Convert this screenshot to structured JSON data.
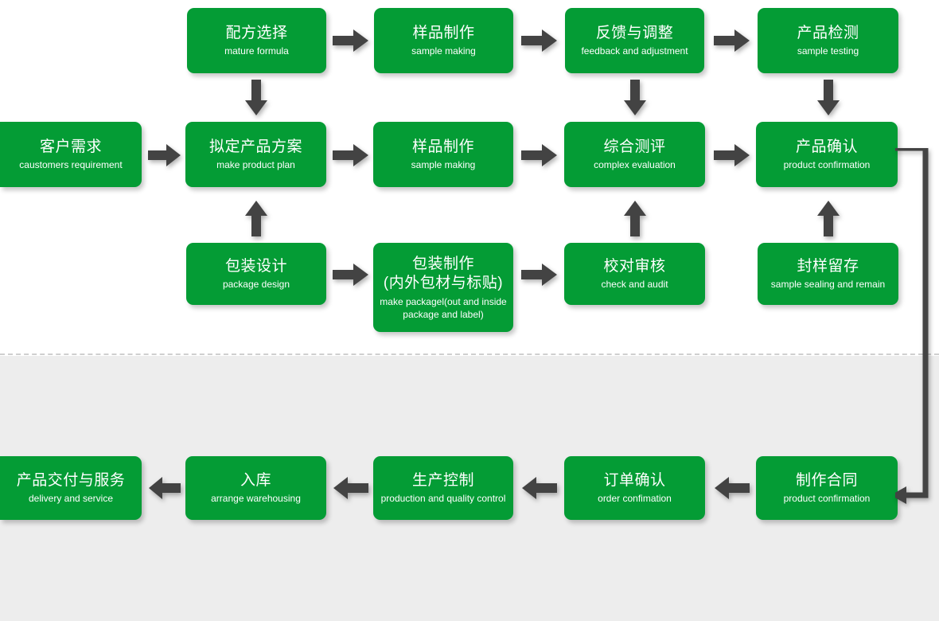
{
  "diagram": {
    "title": "Product Development and Order Fulfillment Flowchart",
    "colors": {
      "node_green": "#049C35",
      "arrow_gray": "#434343",
      "lower_band_gray": "#EDEDED",
      "divider_gray": "#CFCFCF",
      "node_text": "#FFFFFF"
    },
    "sections": [
      {
        "id": "upper",
        "name": "development-section",
        "background": "#FFFFFF"
      },
      {
        "id": "lower",
        "name": "order-section",
        "background": "#EDEDED"
      }
    ],
    "nodes": [
      {
        "id": "n1",
        "cn": "配方选择",
        "cn2": "",
        "en": "mature formula",
        "row": 1
      },
      {
        "id": "n2",
        "cn": "样品制作",
        "cn2": "",
        "en": "sample making",
        "row": 1
      },
      {
        "id": "n3",
        "cn": "反馈与调整",
        "cn2": "",
        "en": "feedback and adjustment",
        "row": 1
      },
      {
        "id": "n4",
        "cn": "产品检测",
        "cn2": "",
        "en": "sample testing",
        "row": 1
      },
      {
        "id": "n5",
        "cn": "客户需求",
        "cn2": "",
        "en": "caustomers requirement",
        "row": 2
      },
      {
        "id": "n6",
        "cn": "拟定产品方案",
        "cn2": "",
        "en": "make product plan",
        "row": 2
      },
      {
        "id": "n7",
        "cn": "样品制作",
        "cn2": "",
        "en": "sample making",
        "row": 2
      },
      {
        "id": "n8",
        "cn": "综合测评",
        "cn2": "",
        "en": "complex evaluation",
        "row": 2
      },
      {
        "id": "n9",
        "cn": "产品确认",
        "cn2": "",
        "en": "product confirmation",
        "row": 2
      },
      {
        "id": "n10",
        "cn": "包装设计",
        "cn2": "",
        "en": "package design",
        "row": 3
      },
      {
        "id": "n11",
        "cn": "包装制作",
        "cn2": "(内外包材与标贴)",
        "en": "make packagel(out and inside package and label)",
        "row": 3
      },
      {
        "id": "n12",
        "cn": "校对审核",
        "cn2": "",
        "en": "check and audit",
        "row": 3
      },
      {
        "id": "n13",
        "cn": "封样留存",
        "cn2": "",
        "en": "sample sealing and remain",
        "row": 3
      },
      {
        "id": "n14",
        "cn": "产品交付与服务",
        "cn2": "",
        "en": "delivery and service",
        "row": 4
      },
      {
        "id": "n15",
        "cn": "入库",
        "cn2": "",
        "en": "arrange warehousing",
        "row": 4
      },
      {
        "id": "n16",
        "cn": "生产控制",
        "cn2": "",
        "en": "production and quality control",
        "row": 4
      },
      {
        "id": "n17",
        "cn": "订单确认",
        "cn2": "",
        "en": "order confimation",
        "row": 4
      },
      {
        "id": "n18",
        "cn": "制作合同",
        "cn2": "",
        "en": "product confirmation",
        "row": 4
      }
    ],
    "connectors": [
      {
        "id": "a1",
        "name": "arrow-right-formula-to-sample",
        "direction": "right"
      },
      {
        "id": "a2",
        "name": "arrow-right-sample-to-feedback",
        "direction": "right"
      },
      {
        "id": "a3",
        "name": "arrow-right-feedback-to-testing",
        "direction": "right"
      },
      {
        "id": "a4",
        "name": "arrow-down-formula-to-plan",
        "direction": "down"
      },
      {
        "id": "a5",
        "name": "arrow-down-feedback-to-evaluation",
        "direction": "down"
      },
      {
        "id": "a6",
        "name": "arrow-down-testing-to-confirmation",
        "direction": "down"
      },
      {
        "id": "a7",
        "name": "arrow-right-requirement-to-plan",
        "direction": "right"
      },
      {
        "id": "a8",
        "name": "arrow-right-plan-to-sample",
        "direction": "right"
      },
      {
        "id": "a9",
        "name": "arrow-right-sample-to-evaluation",
        "direction": "right"
      },
      {
        "id": "a10",
        "name": "arrow-right-evaluation-to-confirmation",
        "direction": "right"
      },
      {
        "id": "a11",
        "name": "arrow-up-packagedesign-to-plan",
        "direction": "up"
      },
      {
        "id": "a12",
        "name": "arrow-up-audit-to-evaluation",
        "direction": "up"
      },
      {
        "id": "a13",
        "name": "arrow-up-sealing-to-confirmation",
        "direction": "up"
      },
      {
        "id": "a14",
        "name": "arrow-right-design-to-making",
        "direction": "right"
      },
      {
        "id": "a15",
        "name": "arrow-right-making-to-audit",
        "direction": "right"
      },
      {
        "id": "a16",
        "name": "arrow-left-warehousing-to-delivery",
        "direction": "left"
      },
      {
        "id": "a17",
        "name": "arrow-left-production-to-warehousing",
        "direction": "left"
      },
      {
        "id": "a18",
        "name": "arrow-left-order-to-production",
        "direction": "left"
      },
      {
        "id": "a19",
        "name": "arrow-left-contract-to-order",
        "direction": "left"
      },
      {
        "id": "a20",
        "name": "elbow-confirmation-to-contract",
        "direction": "elbow-right-down-left"
      }
    ]
  }
}
